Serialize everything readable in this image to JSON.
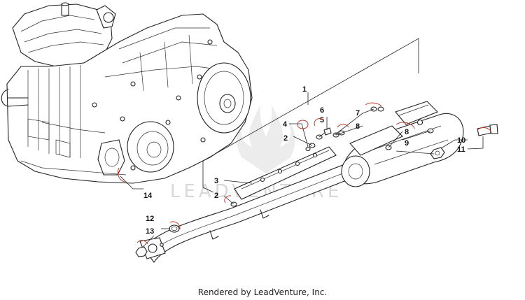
{
  "diagram": {
    "callouts": [
      {
        "id": "c1",
        "text": "1"
      },
      {
        "id": "c2a",
        "text": "2"
      },
      {
        "id": "c2b",
        "text": "2"
      },
      {
        "id": "c3",
        "text": "3"
      },
      {
        "id": "c4",
        "text": "4"
      },
      {
        "id": "c5",
        "text": "5"
      },
      {
        "id": "c6",
        "text": "6"
      },
      {
        "id": "c7",
        "text": "7"
      },
      {
        "id": "c8a",
        "text": "8"
      },
      {
        "id": "c8b",
        "text": "8"
      },
      {
        "id": "c9",
        "text": "9"
      },
      {
        "id": "c10",
        "text": "10"
      },
      {
        "id": "c11",
        "text": "11"
      },
      {
        "id": "c12",
        "text": "12"
      },
      {
        "id": "c13",
        "text": "13"
      },
      {
        "id": "c14",
        "text": "14"
      }
    ],
    "watermark": "LEADVENTURE",
    "accent_color": "#c0392b",
    "line_color": "#222222"
  },
  "footer": {
    "credit": "Rendered by LeadVenture, Inc."
  }
}
